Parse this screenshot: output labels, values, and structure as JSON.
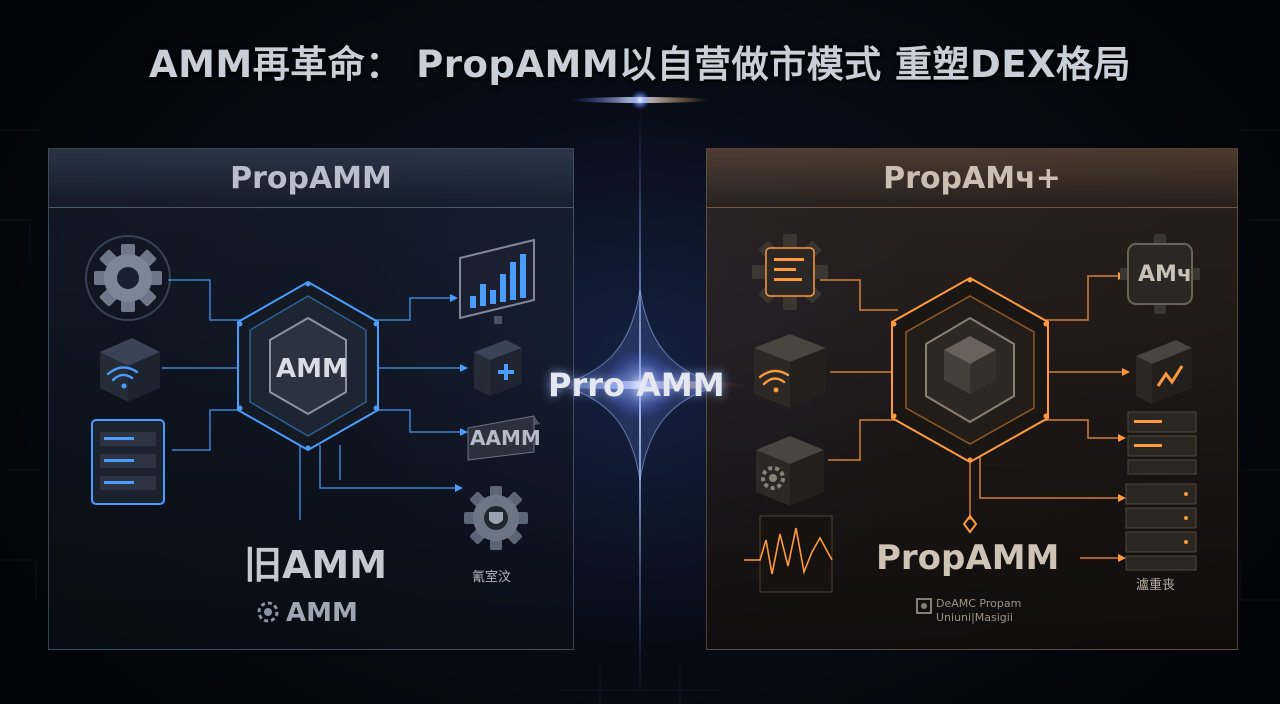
{
  "title": "AMM再革命： PropAMM以自营做市模式 重塑DEX格局",
  "center_label": "Prro AMM",
  "left_panel": {
    "title": "PropAMM",
    "hub_label": "AMM",
    "tile_label": "AAMM",
    "bottom_label": "旧AMM",
    "footer_label": "AMM",
    "gear_caption": "氰室汶"
  },
  "right_panel": {
    "title": "PropAMч+",
    "chip_label": "AMч",
    "bottom_label": "PropAMM",
    "caption": "瀘重丧",
    "footer_line1": "DeAMC Propam",
    "footer_line2": "Uniuni|Masigii"
  },
  "colors": {
    "left_accent": "#4a9dff",
    "right_accent": "#ff9a3c",
    "center_glow": "#9fb8ff"
  }
}
